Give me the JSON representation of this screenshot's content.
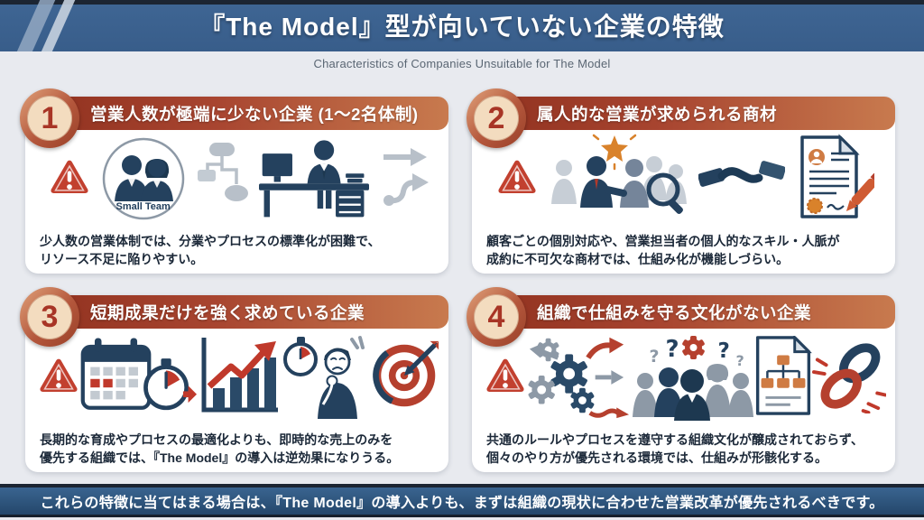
{
  "header": {
    "title": "『The Model』型が向いていない企業の特徴",
    "subtitle": "Characteristics of Companies Unsuitable for The Model"
  },
  "cards": [
    {
      "number": "1",
      "title": "営業人数が極端に少ない企業 (1〜2名体制)",
      "desc1": "少人数の営業体制では、分業やプロセスの標準化が困難で、",
      "desc2": "リソース不足に陥りやすい。",
      "label": "Small Team",
      "icons": [
        "warning-icon",
        "small-team-icon",
        "flowchart-icon",
        "desk-worker-icon",
        "process-arrows-icon"
      ]
    },
    {
      "number": "2",
      "title": "属人的な営業が求められる商材",
      "desc1": "顧客ごとの個別対応や、営業担当者の個人的なスキル・人脈が",
      "desc2": "成約に不可欠な商材では、仕組み化が機能しづらい。",
      "icons": [
        "warning-icon",
        "star-salesperson-icon",
        "handshake-icon",
        "contract-icon"
      ]
    },
    {
      "number": "3",
      "title": "短期成果だけを強く求めている企業",
      "desc1": "長期的な育成やプロセスの最適化よりも、即時的な売上のみを",
      "desc2": "優先する組織では、『The Model』の導入は逆効果になりうる。",
      "icons": [
        "warning-icon",
        "calendar-deadline-icon",
        "growth-chart-icon",
        "time-pressure-icon",
        "target-icon"
      ]
    },
    {
      "number": "4",
      "title": "組織で仕組みを守る文化がない企業",
      "desc1": "共通のルールやプロセスを遵守する組織文化が醸成されておらず、",
      "desc2": "個々のやり方が優先される環境では、仕組みが形骸化する。",
      "qmarks": [
        "?",
        "?",
        "?",
        "?"
      ],
      "icons": [
        "warning-icon",
        "gears-chaos-icon",
        "confused-team-icon",
        "org-chart-doc-icon",
        "broken-chain-icon"
      ]
    }
  ],
  "footer": {
    "text": "これらの特徴に当てはまる場合は、『The Model』の導入よりも、まずは組織の現状に合わせた営業改革が優先されるべきです。"
  },
  "colors": {
    "header_blue": "#3b618e",
    "titlebar_gradient_start": "#8f301e",
    "titlebar_gradient_end": "#c87a4e",
    "badge_ring": "#b4573c",
    "badge_fill": "#f3dcbf",
    "accent_red": "#c0392b",
    "accent_orange": "#d9822b",
    "navy": "#24415e",
    "gray": "#8d99a6",
    "page_bg": "#e8eaef"
  }
}
